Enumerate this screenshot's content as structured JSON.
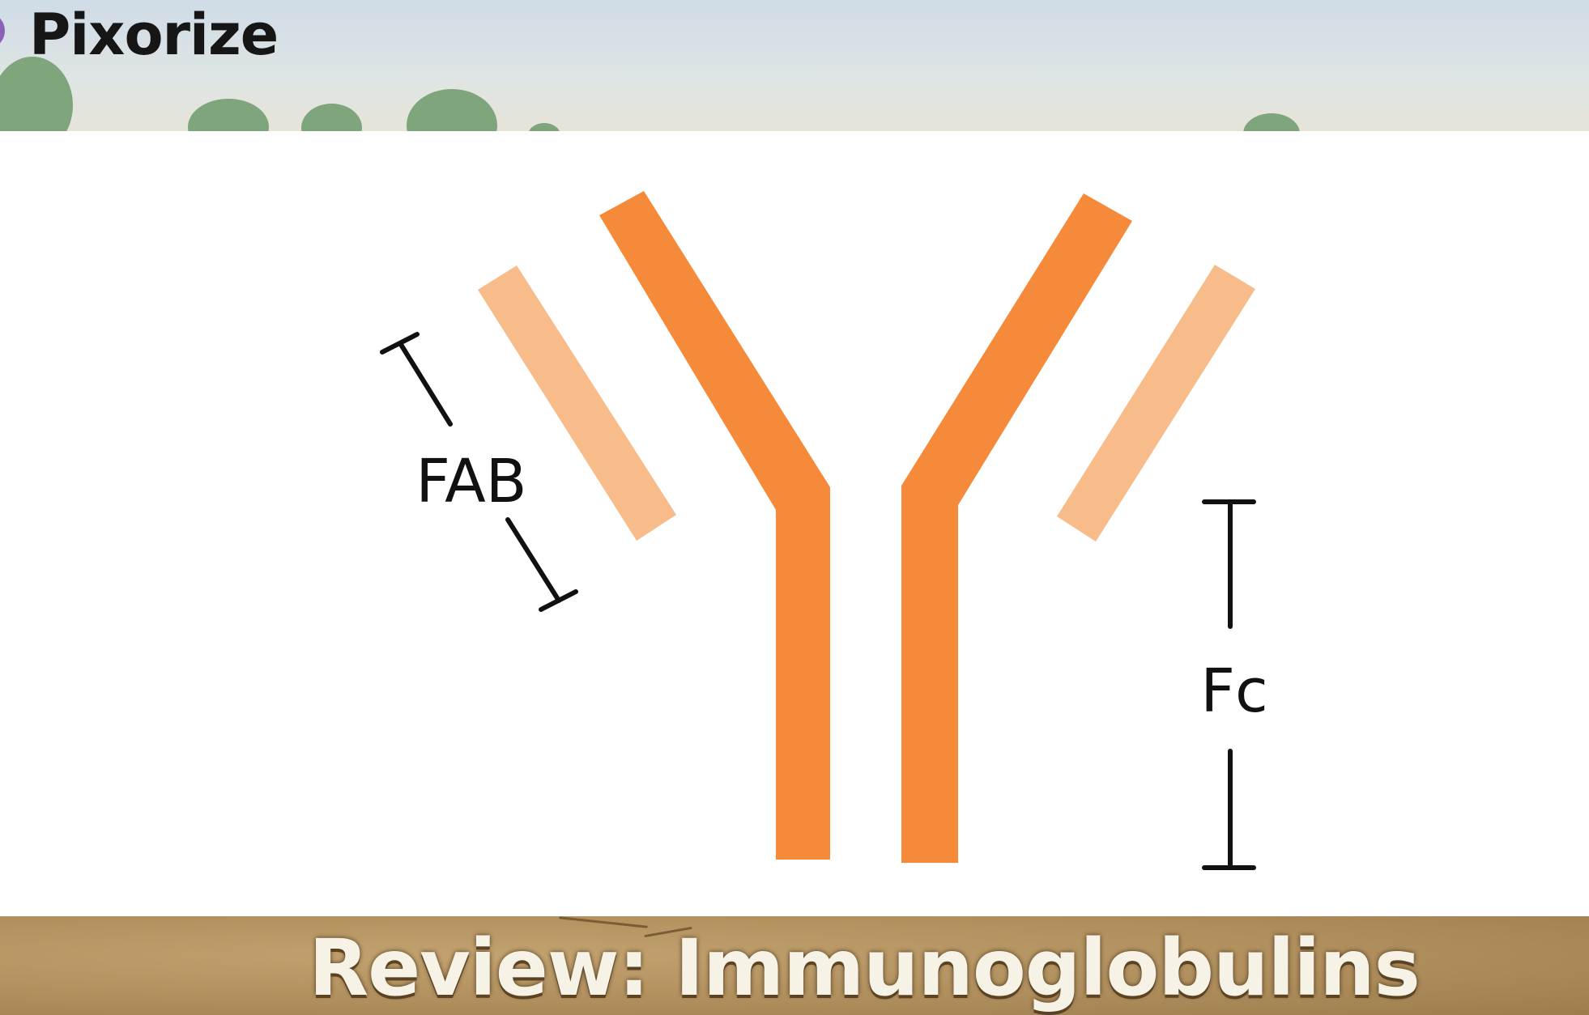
{
  "header": {
    "logo_text": "Pixorize"
  },
  "diagram": {
    "labels": {
      "fab": "FAB",
      "fc": "Fc"
    },
    "colors": {
      "heavy_chain": "#F58A3B",
      "light_chain": "#F8BC8A",
      "bracket": "#111111"
    }
  },
  "footer": {
    "caption": "Review: Immunoglobulins"
  }
}
